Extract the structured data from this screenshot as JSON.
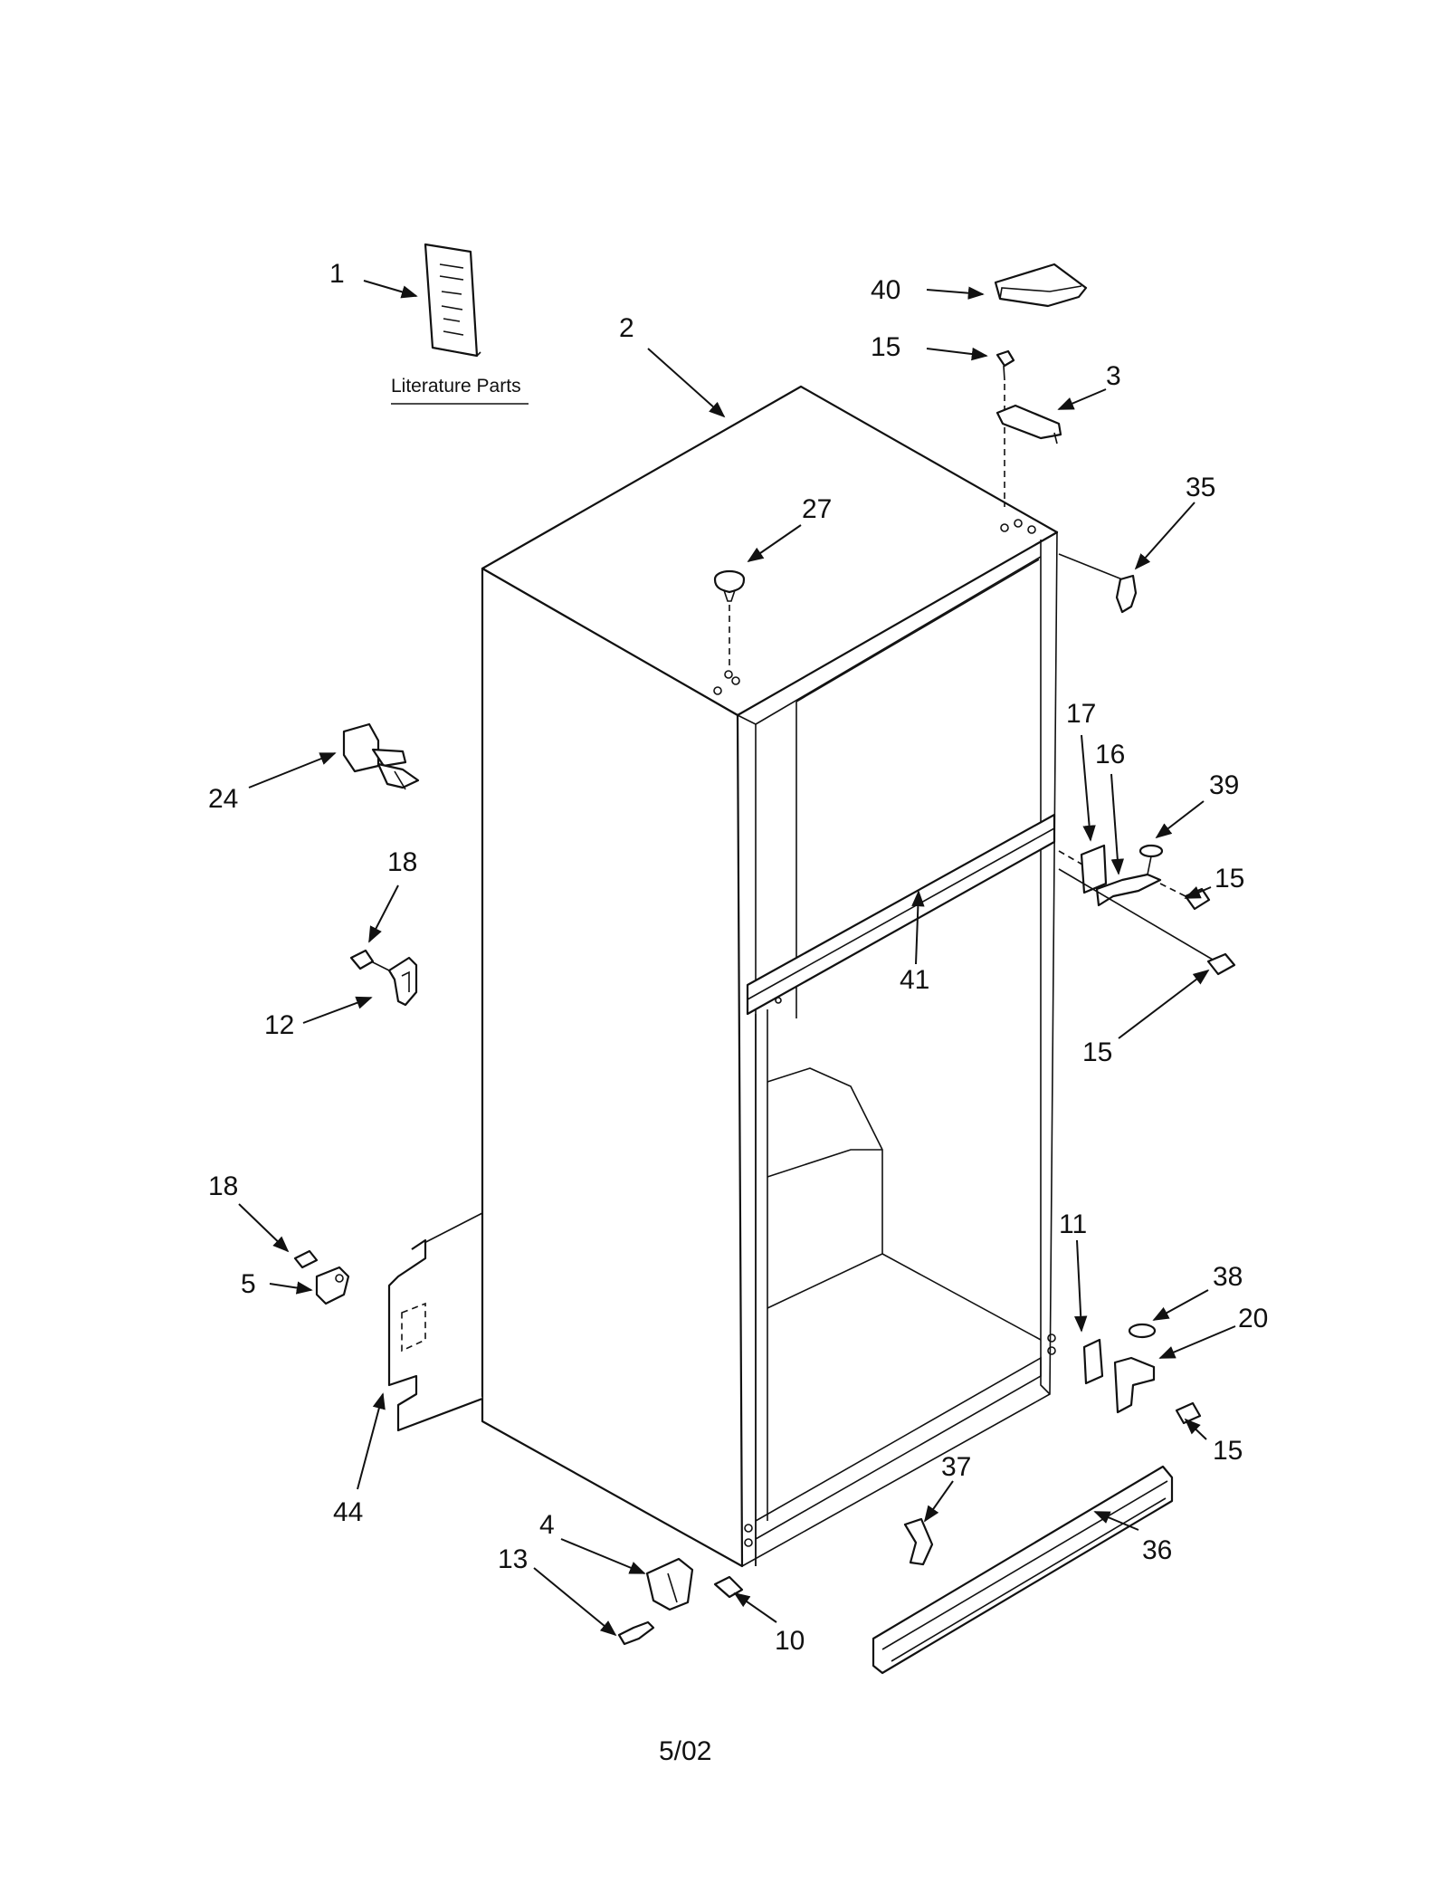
{
  "diagram": {
    "literature_caption": "Literature Parts",
    "date_code": "5/02",
    "callouts": [
      {
        "id": "c1",
        "text": "1"
      },
      {
        "id": "c2",
        "text": "2"
      },
      {
        "id": "c40",
        "text": "40"
      },
      {
        "id": "c15a",
        "text": "15"
      },
      {
        "id": "c3",
        "text": "3"
      },
      {
        "id": "c35",
        "text": "35"
      },
      {
        "id": "c27",
        "text": "27"
      },
      {
        "id": "c24",
        "text": "24"
      },
      {
        "id": "c18a",
        "text": "18"
      },
      {
        "id": "c12",
        "text": "12"
      },
      {
        "id": "c17",
        "text": "17"
      },
      {
        "id": "c16",
        "text": "16"
      },
      {
        "id": "c39",
        "text": "39"
      },
      {
        "id": "c15b",
        "text": "15"
      },
      {
        "id": "c41",
        "text": "41"
      },
      {
        "id": "c15c",
        "text": "15"
      },
      {
        "id": "c18b",
        "text": "18"
      },
      {
        "id": "c5",
        "text": "5"
      },
      {
        "id": "c44",
        "text": "44"
      },
      {
        "id": "c11",
        "text": "11"
      },
      {
        "id": "c38",
        "text": "38"
      },
      {
        "id": "c20",
        "text": "20"
      },
      {
        "id": "c15d",
        "text": "15"
      },
      {
        "id": "c37",
        "text": "37"
      },
      {
        "id": "c36",
        "text": "36"
      },
      {
        "id": "c4",
        "text": "4"
      },
      {
        "id": "c13",
        "text": "13"
      },
      {
        "id": "c10",
        "text": "10"
      }
    ]
  }
}
